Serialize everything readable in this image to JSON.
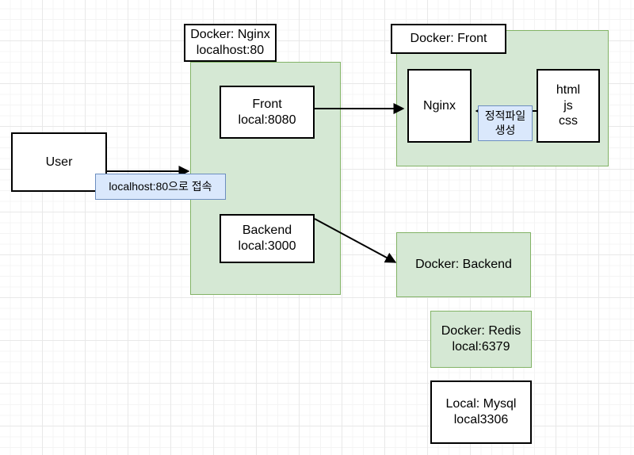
{
  "diagram": {
    "title": "Docker architecture diagram",
    "colors": {
      "container_fill": "#d5e8d4",
      "container_stroke": "#82b366",
      "label_fill": "#dae8fc",
      "label_stroke": "#6c8ebf",
      "box_fill": "#ffffff",
      "box_stroke": "#000000",
      "edge": "#000000",
      "grid_minor": "#f4f4f4",
      "grid_major": "#e8e8e8"
    },
    "nodes": {
      "user": {
        "label": "User"
      },
      "docker_nginx": {
        "line1": "Docker: Nginx",
        "line2": "localhost:80"
      },
      "front": {
        "line1": "Front",
        "line2": "local:8080"
      },
      "backend": {
        "line1": "Backend",
        "line2": "local:3000"
      },
      "docker_front": {
        "label": "Docker: Front"
      },
      "nginx": {
        "label": "Nginx"
      },
      "static_assets": {
        "line1": "html",
        "line2": "js",
        "line3": "css"
      },
      "docker_backend": {
        "label": "Docker: Backend"
      },
      "docker_redis": {
        "line1": "Docker: Redis",
        "line2": "local:6379"
      },
      "local_mysql": {
        "line1": "Local: Mysql",
        "line2": "local3306"
      }
    },
    "edge_labels": {
      "user_to_nginx": "localhost:80으로 접속",
      "assets_to_nginx_l1": "정적파일",
      "assets_to_nginx_l2": "생성"
    }
  }
}
